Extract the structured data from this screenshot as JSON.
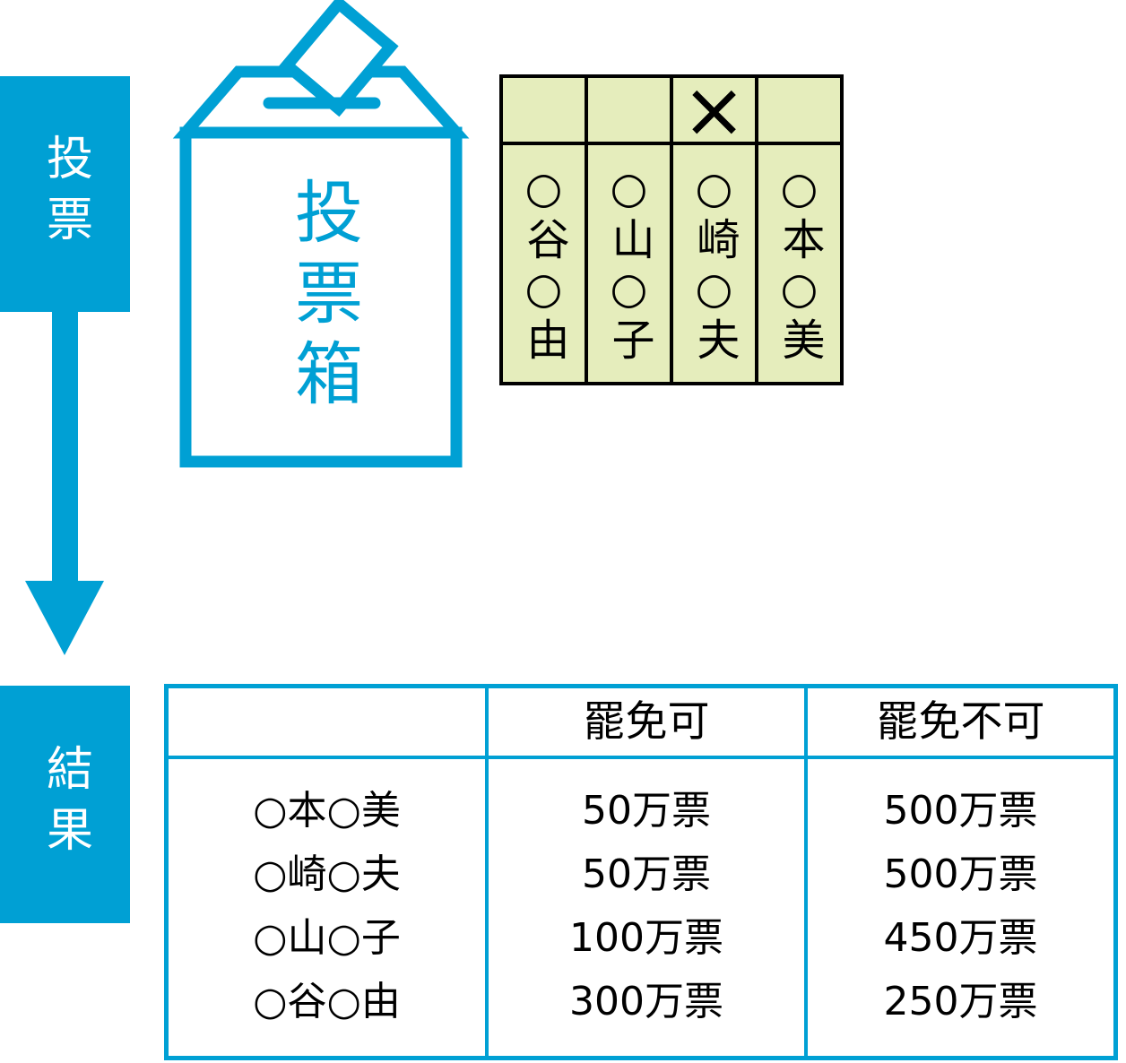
{
  "accent_color": "#00A0D4",
  "ballot_bg_color": "#E5EDBC",
  "flow": {
    "vote_label": "投票",
    "result_label": "結果"
  },
  "ballot_box": {
    "label": "投票箱"
  },
  "ballot_paper": {
    "columns": [
      {
        "mark": "",
        "name": "○谷○由"
      },
      {
        "mark": "",
        "name": "○山○子"
      },
      {
        "mark": "×",
        "name": "○崎○夫"
      },
      {
        "mark": "",
        "name": "○本○美"
      }
    ]
  },
  "results_table": {
    "headers": [
      "",
      "罷免可",
      "罷免不可"
    ],
    "rows": [
      {
        "name": "○本○美",
        "recall_yes": "50万票",
        "recall_no": "500万票"
      },
      {
        "name": "○崎○夫",
        "recall_yes": "50万票",
        "recall_no": "500万票"
      },
      {
        "name": "○山○子",
        "recall_yes": "100万票",
        "recall_no": "450万票"
      },
      {
        "name": "○谷○由",
        "recall_yes": "300万票",
        "recall_no": "250万票"
      }
    ]
  }
}
